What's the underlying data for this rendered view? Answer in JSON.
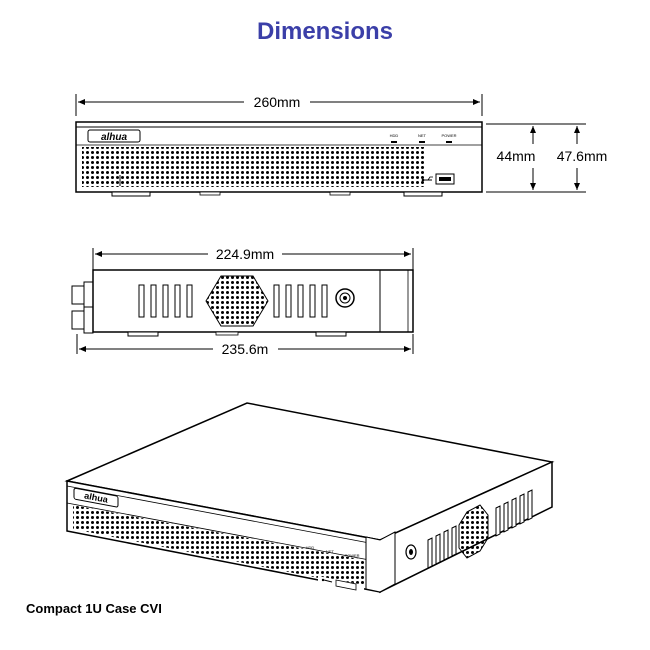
{
  "title": "Dimensions",
  "caption": "Compact 1U Case CVI",
  "front_view": {
    "width_label": "260mm",
    "height_inner_label": "44mm",
    "height_outer_label": "47.6mm",
    "brand": "alhua",
    "indicators": [
      "HDD",
      "NET",
      "POWER"
    ]
  },
  "side_view": {
    "top_label": "224.9mm",
    "bottom_label": "235.6m"
  },
  "iso_view": {
    "brand": "alhua",
    "indicators": [
      "HDD",
      "NET",
      "POWER"
    ]
  },
  "colors": {
    "title": "#3b3fa8",
    "line": "#000000"
  }
}
